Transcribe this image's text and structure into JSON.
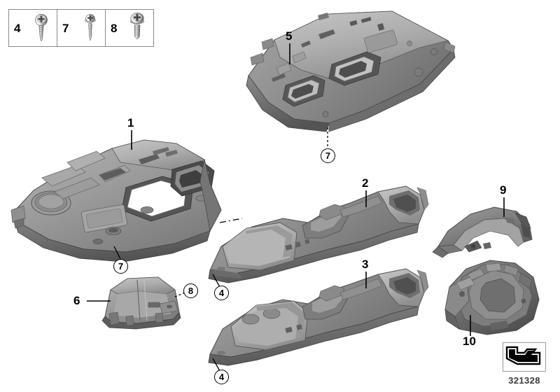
{
  "diagram": {
    "id_number": "321328",
    "orientation_icon": "arrow-direction-icon",
    "background_color": "#ffffff",
    "line_color": "#000000"
  },
  "legend": {
    "name": "fastener-legend",
    "items": [
      {
        "number": "4",
        "icon": "screw-pan-head-icon"
      },
      {
        "number": "7",
        "icon": "screw-flange-head-icon"
      },
      {
        "number": "8",
        "icon": "screw-large-flange-head-icon"
      }
    ]
  },
  "parts": [
    {
      "number": "1",
      "name": "lower-dash-panel-large"
    },
    {
      "number": "2",
      "name": "trim-panel-left"
    },
    {
      "number": "3",
      "name": "trim-panel-right"
    },
    {
      "number": "5",
      "name": "upper-trim-panel"
    },
    {
      "number": "6",
      "name": "small-cover-box"
    },
    {
      "number": "9",
      "name": "steering-column-shroud-upper"
    },
    {
      "number": "10",
      "name": "steering-column-shroud-lower"
    }
  ],
  "callouts": [
    {
      "number": "7",
      "name": "callout-screw-7-part1"
    },
    {
      "number": "7",
      "name": "callout-screw-7-part5"
    },
    {
      "number": "8",
      "name": "callout-screw-8-part6"
    },
    {
      "number": "4",
      "name": "callout-screw-4-part2"
    },
    {
      "number": "4",
      "name": "callout-screw-4-part3"
    }
  ]
}
